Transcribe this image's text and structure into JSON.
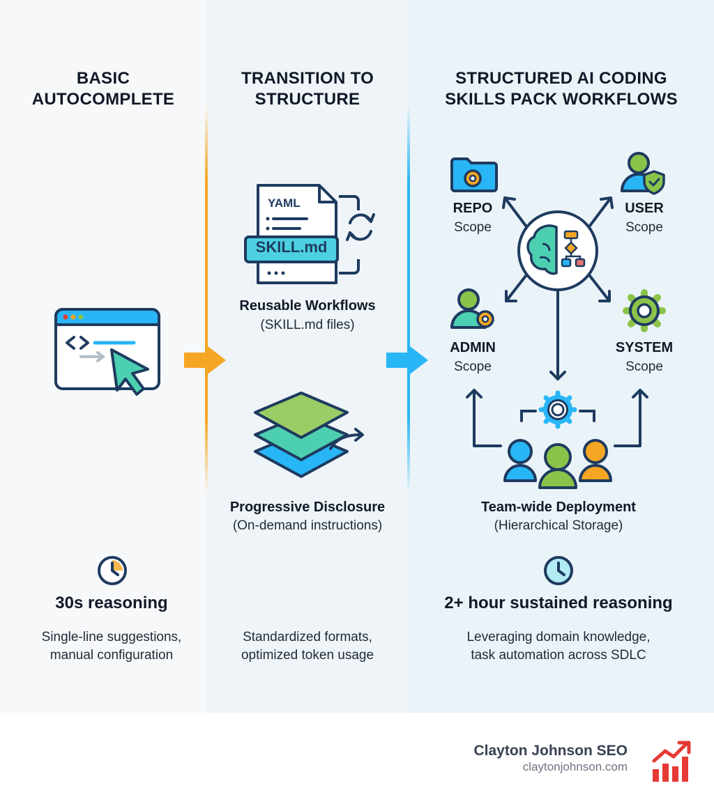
{
  "columns": [
    {
      "heading": [
        "BASIC",
        "AUTOCOMPLETE"
      ],
      "time_label": "30s reasoning",
      "description": [
        "Single-line suggestions,",
        "manual configuration"
      ]
    },
    {
      "heading": [
        "TRANSITION TO",
        "STRUCTURE"
      ],
      "file_tag": "YAML",
      "file_name": "SKILL.md",
      "item1_title": "Reusable Workflows",
      "item1_sub": "(SKILL.md files)",
      "item2_title": "Progressive Disclosure",
      "item2_sub": "(On-demand instructions)",
      "description": [
        "Standardized formats,",
        "optimized token usage"
      ]
    },
    {
      "heading": [
        "STRUCTURED AI CODING",
        "SKILLS PACK WORKFLOWS"
      ],
      "scopes": [
        {
          "title": "REPO",
          "sub": "Scope"
        },
        {
          "title": "USER",
          "sub": "Scope"
        },
        {
          "title": "ADMIN",
          "sub": "Scope"
        },
        {
          "title": "SYSTEM",
          "sub": "Scope"
        }
      ],
      "team_title": "Team-wide Deployment",
      "team_sub": "(Hierarchical Storage)",
      "time_label": "2+ hour sustained reasoning",
      "description": [
        "Leveraging domain knowledge,",
        "task automation across SDLC"
      ]
    }
  ],
  "brand": {
    "name": "Clayton Johnson SEO",
    "url": "claytonjohnson.com"
  },
  "colors": {
    "orange": "#f5a623",
    "blue": "#29b6f6",
    "green": "#8bc34a",
    "navy": "#1e3a5f",
    "red": "#e53935"
  },
  "icons": [
    "code-window-cursor-icon",
    "yaml-file-icon",
    "sync-icon",
    "layers-icon",
    "clock-icon",
    "brain-flowchart-icon",
    "folder-gear-icon",
    "user-shield-icon",
    "user-gear-icon",
    "gear-icon",
    "team-icon",
    "growth-chart-logo"
  ]
}
